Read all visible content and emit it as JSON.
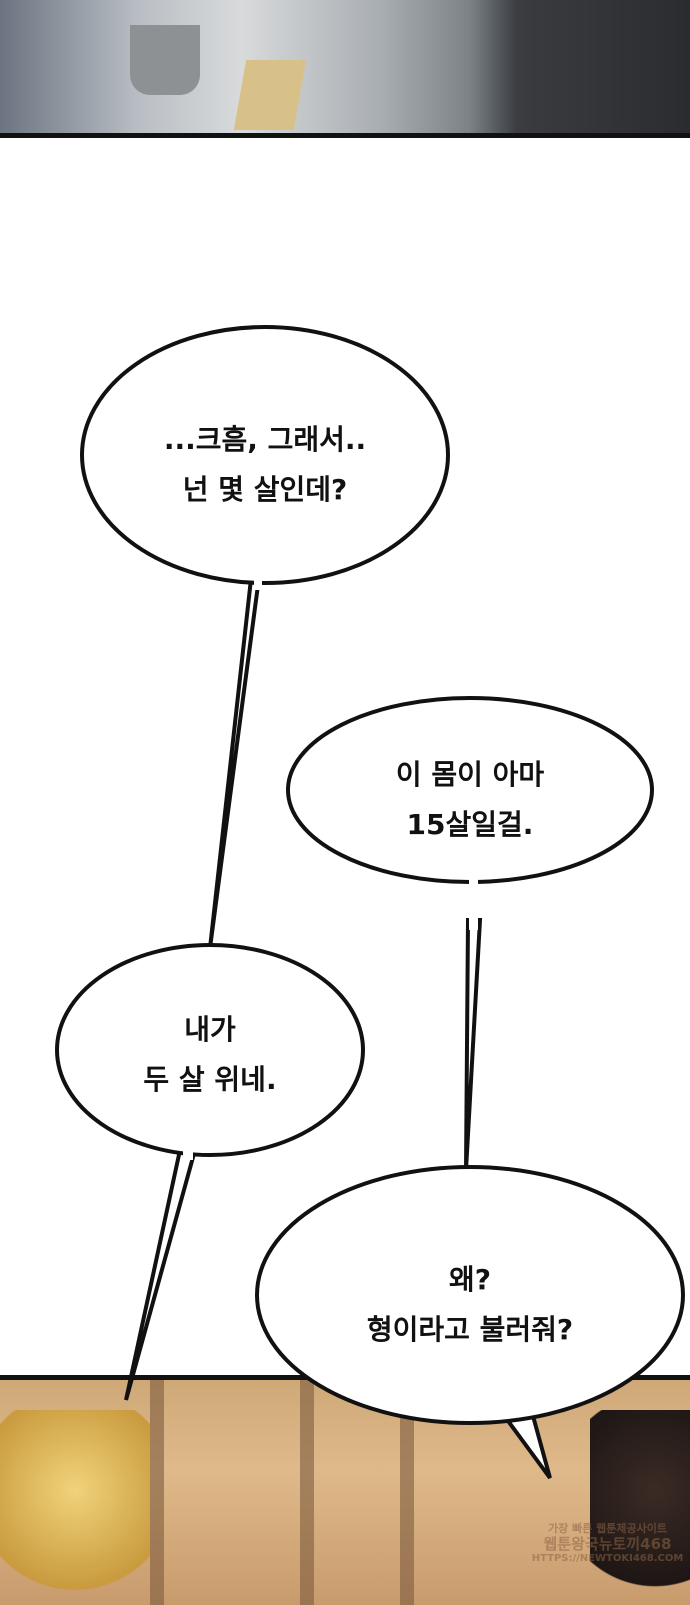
{
  "bubbles": [
    {
      "lines": [
        "...크흠, 그래서..",
        "넌 몇 살인데?"
      ]
    },
    {
      "lines": [
        "이 몸이 아마",
        "15살일걸."
      ]
    },
    {
      "lines": [
        "내가",
        "두 살 위네."
      ]
    },
    {
      "lines": [
        "왜?",
        "형이라고 불러줘?"
      ]
    }
  ],
  "watermark": {
    "line1": "가장 빠른 웹툰제공사이트",
    "line2": "웹툰왕국뉴토끼468",
    "line3": "HTTPS://NEWTOKI468.COM"
  }
}
